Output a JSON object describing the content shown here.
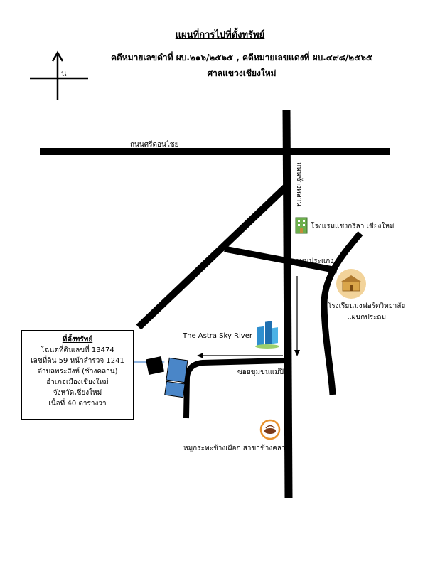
{
  "title": "แผนที่การไปที่ตั้งทรัพย์",
  "case_line": "คดีหมายเลขดำที่ ผบ.๒๑๖/๒๕๖๕ , คดีหมายเลขแดงที่ ผบ.๔๙๘/๒๕๖๕",
  "court": "ศาลแขวงเชียงใหม่",
  "north_label": "น",
  "roads": {
    "sridonchai": "ถนนศรีดอนไชย",
    "changklan": "ถนนช้างคลาน",
    "prakong": "ถนนประแกง",
    "soi": "ซอยขุมขนแม่ปิง"
  },
  "landmarks": {
    "shangri_la": "โรงแรมแชงกรีลา เชียงใหม่",
    "montfort_1": "โรงเรียนมงฟอร์ตวิทยาลัย",
    "montfort_2": "แผนกประถม",
    "astra": "The Astra Sky River",
    "mookata": "หมูกระทะช้างเผือก สาขาช้างคลาน"
  },
  "property": {
    "heading": "ที่ตั้งทรัพย์",
    "lines": [
      "โฉนดที่ดินเลขที่ 13474",
      "เลขที่ดิน 59 หน้าสำรวจ 1241",
      "ตำบลพระสิงห์ (ช้างคลาน)",
      "อำเภอเมืองเชียงใหม่",
      "จังหวัดเชียงใหม่",
      "เนื้อที่ 40 ตารางวา"
    ]
  },
  "colors": {
    "road": "#000000",
    "plot": "#4a86c8",
    "pointer": "#8fb4e0",
    "school_circle": "#f2d39a",
    "restaurant_ring": "#e8922e"
  },
  "icons": [
    "compass-arrow-icon",
    "hotel-building-icon",
    "school-building-icon",
    "condo-tower-icon",
    "grill-pot-icon"
  ]
}
